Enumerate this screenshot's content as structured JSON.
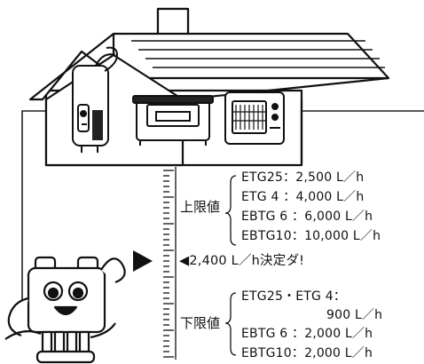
{
  "upper_limit": {
    "label": "上限値",
    "items": [
      "ETG25：2,500 L／h",
      "ETG 4 ：4,000 L／h",
      "EBTG 6 ：6,000 L／h",
      "EBTG10：10,000 L／h"
    ]
  },
  "decision": {
    "text": "◀2,400 L／h決定ダ!"
  },
  "lower_limit": {
    "label": "下限値",
    "items": [
      "ETG25・ETG 4：",
      "900 L／h",
      "EBTG 6 ：2,000 L／h",
      "EBTG10：2,000 L／h"
    ]
  }
}
